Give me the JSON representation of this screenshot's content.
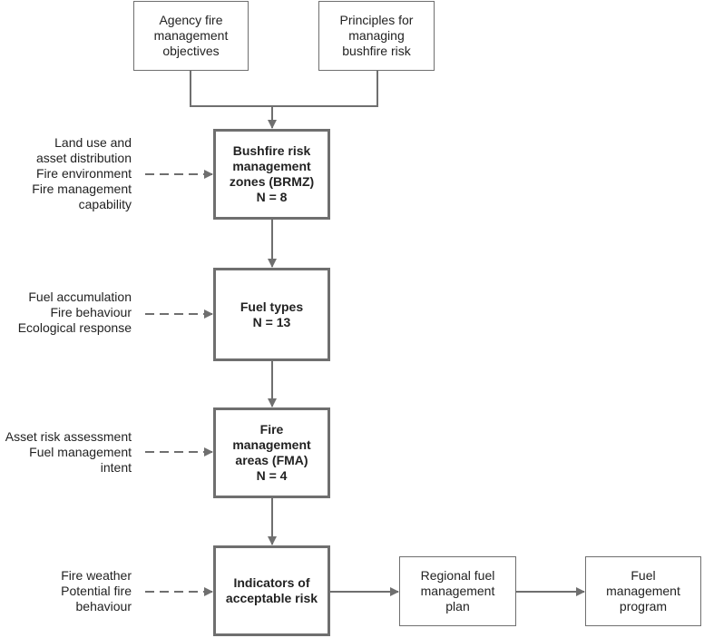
{
  "top_boxes": {
    "agency": [
      "Agency fire",
      "management",
      "objectives"
    ],
    "principles": [
      "Principles for",
      "managing",
      "bushfire risk"
    ]
  },
  "main_boxes": {
    "brmz": [
      "Bushfire risk",
      "management",
      "zones (BRMZ)",
      "N = 8"
    ],
    "fuel_types": [
      "Fuel types",
      "N = 13"
    ],
    "fma": [
      "Fire",
      "management",
      "areas (FMA)",
      "N = 4"
    ],
    "indicators": [
      "Indicators of",
      "acceptable risk"
    ]
  },
  "output_boxes": {
    "regional_plan": [
      "Regional fuel",
      "management",
      "plan"
    ],
    "program": [
      "Fuel",
      "management",
      "program"
    ]
  },
  "side_inputs": {
    "brmz": [
      "Land use and",
      "asset distribution",
      "Fire environment",
      "Fire management",
      "capability"
    ],
    "fuel_types": [
      "Fuel accumulation",
      "Fire behaviour",
      "Ecological response"
    ],
    "fma": [
      "Asset risk assessment",
      "Fuel management",
      "intent"
    ],
    "indicators": [
      "Fire weather",
      "Potential fire",
      "behaviour"
    ]
  },
  "colors": {
    "box_border": "#6f6f6f",
    "arrow": "#6f6f6f",
    "text": "#222222"
  }
}
